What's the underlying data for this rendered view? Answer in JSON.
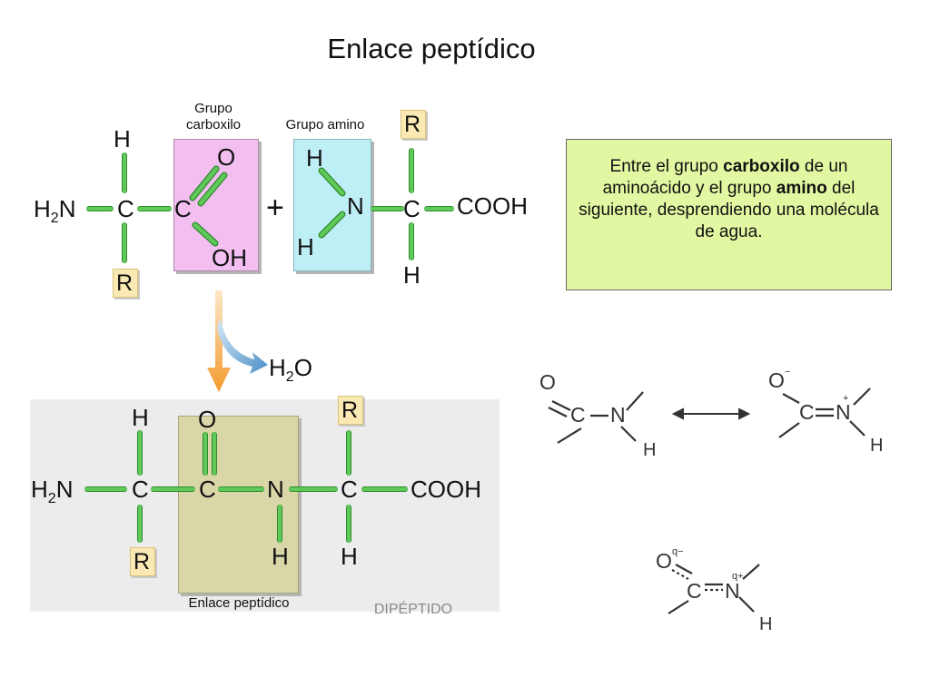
{
  "title": "Enlace peptídico",
  "labels": {
    "carboxyl_group_line1": "Grupo",
    "carboxyl_group_line2": "carboxilo",
    "amino_group": "Grupo amino",
    "peptide_bond": "Enlace peptídico",
    "dipeptide": "DIPÉPTIDO"
  },
  "info_text": {
    "part1": "Entre el grupo ",
    "bold1": "carboxilo",
    "part2": " de un aminoácido y el grupo ",
    "bold2": "amino",
    "part3": " del siguiente, desprendiendo una molécula de agua."
  },
  "atoms": {
    "H": "H",
    "C": "C",
    "N": "N",
    "O": "O",
    "R": "R",
    "OH": "OH",
    "COOH": "COOH",
    "H2N_H": "H",
    "H2N_2": "2",
    "H2N_N": "N",
    "plus": "+",
    "water_H": "H",
    "water_2": "2",
    "water_O": "O"
  },
  "resonance": {
    "O": "O",
    "C": "C",
    "N": "N",
    "H": "H",
    "O_minus": "−",
    "N_plus": "+",
    "O_q": "q−",
    "N_q": "q+"
  },
  "colors": {
    "bond_green": "#5fc95a",
    "carboxyl_box": "#f3bff1",
    "amino_box": "#bfeff6",
    "info_box": "#e1f7a1",
    "peptide_box": "#d9d6a8",
    "r_box": "#fbe9b4",
    "dipeptide_label": "#8a8a8a",
    "arrow_orange": "#f39a2c",
    "arrow_blue": "#4a8fc7"
  }
}
